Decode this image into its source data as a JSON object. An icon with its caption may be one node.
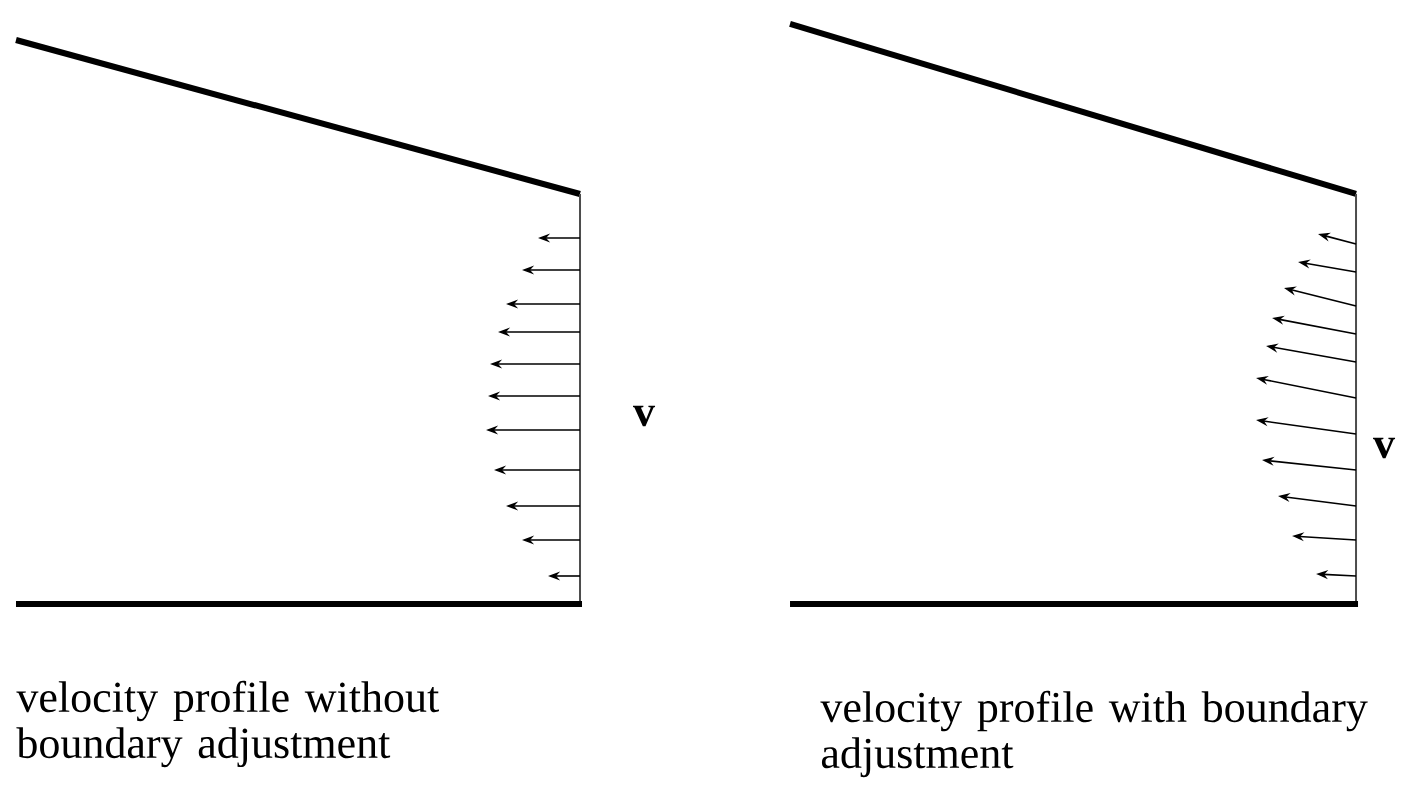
{
  "diagram": {
    "labels": [
      "v",
      "velocity profile without boundary adjustment",
      "v",
      "velocity profile with boundary adjustment"
    ]
  }
}
